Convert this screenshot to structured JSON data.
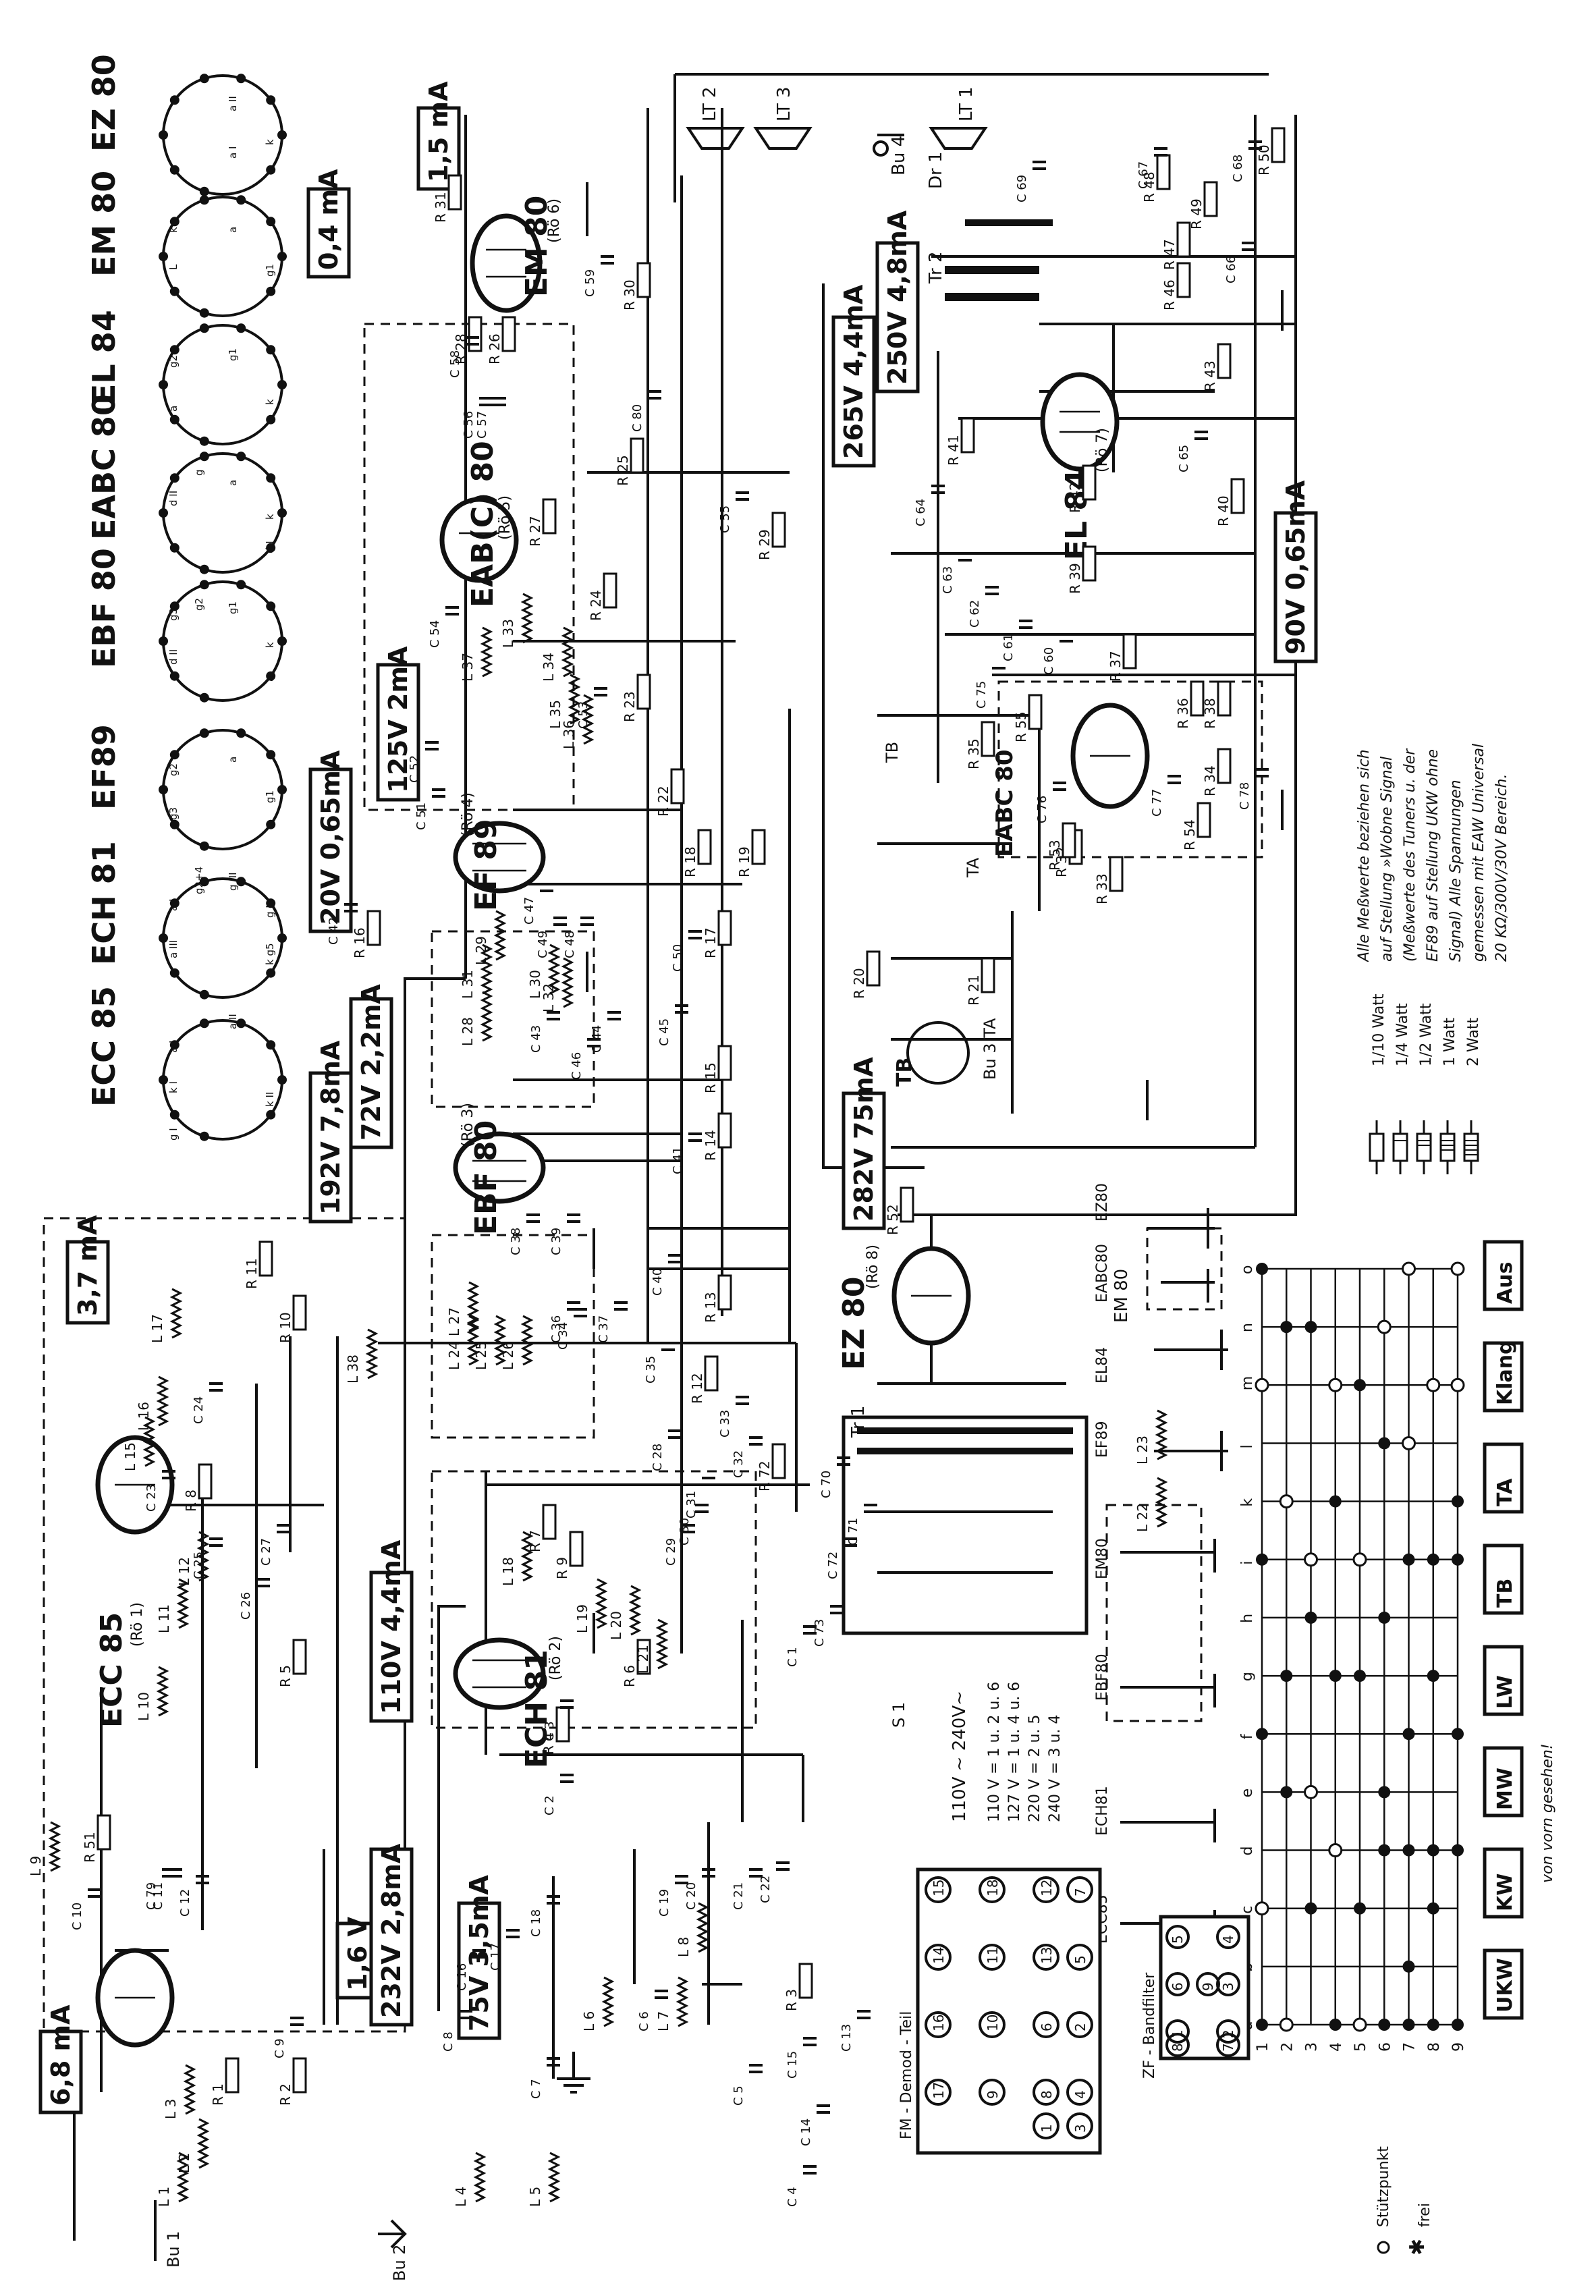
{
  "tubes": [
    "ECC 85",
    "ECH 81",
    "EF89",
    "EBF 80",
    "EABC 80",
    "EL 84",
    "EM 80",
    "EZ 80"
  ],
  "tube_pin_labels": [
    [
      "a II",
      "k II",
      "g I",
      "a I",
      "k I"
    ],
    [
      "a I",
      "g III",
      "a III",
      "g I",
      "g2+4",
      "k g5"
    ],
    [
      "g2",
      "a",
      "g1",
      "g3"
    ],
    [
      "g3",
      "d II",
      "g1",
      "k",
      "g2",
      "a"
    ],
    [
      "d II",
      "g",
      "a",
      "k",
      "d I"
    ],
    [
      "g2",
      "a",
      "g1",
      "k"
    ],
    [
      "a",
      "g1",
      "L",
      "k"
    ],
    [
      "a II",
      "a I",
      "k"
    ]
  ],
  "current_boxes": [
    "0,4 mA",
    "1,5 mA",
    "3,7 mA",
    "6,8 mA",
    "1,6 V",
    "20V 0,65mA",
    "72V 2,2mA",
    "192V 7,8mA",
    "110V 4,4mA",
    "75V 3,5mA",
    "232V 2,8mA",
    "125V 2mA",
    "282V 75mA",
    "265V 4,4mA",
    "250V 4,8mA",
    "90V 0,65mA"
  ],
  "tube_labels": [
    "EM 80",
    "(Rö 6)",
    "EAB(C) 80",
    "(Rö 5)",
    "EF 89",
    "(Rö 4)",
    "EBF 80",
    "(Rö 3)",
    "ECH 81",
    "(Rö 2)",
    "ECC 85",
    "(Rö 1)",
    "EL 84",
    "(Rö 7)",
    "EZ 80",
    "(Rö 8)",
    "EABC 80",
    "EM 80"
  ],
  "speakers": [
    "LT 2",
    "LT 3",
    "LT 1",
    "Bu 4",
    "Dr 1",
    "Tr 2",
    "Tr 1"
  ],
  "resistors": [
    "R 31",
    "R 30",
    "R 28",
    "R 27",
    "R 26",
    "R 25",
    "R 29",
    "R 24",
    "R 23",
    "R 22",
    "R 18",
    "R 19",
    "R 17",
    "R 16",
    "R 15",
    "R 14",
    "R 13",
    "R 12",
    "R 11",
    "R 10",
    "R 9",
    "R 8",
    "R 7",
    "R 6",
    "R 5",
    "R 4",
    "R 3",
    "R 2",
    "R 1",
    "R 48",
    "R 49",
    "R 50",
    "R 47",
    "R 46",
    "R 43",
    "R 41",
    "R 42",
    "R 40",
    "R 39",
    "R 37",
    "R 36",
    "R 35",
    "R 34",
    "R 38",
    "R 32",
    "R 33",
    "R 51",
    "R 52",
    "R 53",
    "R 54",
    "R 55",
    "R 20",
    "R 21",
    "R 72"
  ],
  "capacitors": [
    "C 59",
    "C 58",
    "C 57",
    "C 56",
    "C 55",
    "C 54",
    "C 53",
    "C 52",
    "C 51",
    "C 50",
    "C 49",
    "C 48",
    "C 47",
    "C 46",
    "C 45",
    "C 44",
    "C 43",
    "C 42",
    "C 41",
    "C 40",
    "C 39",
    "C 38",
    "C 37",
    "C 36",
    "C 35",
    "C 34",
    "C 33",
    "C 32",
    "C 31",
    "C 30",
    "C 29",
    "C 28",
    "C 27",
    "C 26",
    "C 25",
    "C 24",
    "C 23",
    "C 22",
    "C 21",
    "C 20",
    "C 19",
    "C 18",
    "C 17",
    "C 16",
    "C 15",
    "C 14",
    "C 13",
    "C 12",
    "C 11",
    "C 10",
    "C 9",
    "C 8",
    "C 7",
    "C 6",
    "C 5",
    "C 4",
    "C 3",
    "C 2",
    "C 1",
    "C 73",
    "C 72",
    "C 71",
    "C 70",
    "C 69",
    "C 68",
    "C 67",
    "C 66",
    "C 65",
    "C 64",
    "C 63",
    "C 62",
    "C 61",
    "C 60",
    "C 75",
    "C 76",
    "C 77",
    "C 78",
    "C 79",
    "C 80"
  ],
  "coils": [
    "L 1",
    "L 2",
    "L 3",
    "L 4",
    "L 5",
    "L 6",
    "L 7",
    "L 8",
    "L 9",
    "L 10",
    "L 11",
    "L 12",
    "L 15",
    "L 16",
    "L 17",
    "L 18",
    "L 19",
    "L 20",
    "L 21",
    "L 22",
    "L 23",
    "L 24",
    "L 25",
    "L 26",
    "L 27",
    "L 28",
    "L 29",
    "L 30",
    "L 31",
    "L 32",
    "L 33",
    "L 34",
    "L 35",
    "L 36",
    "L 37",
    "L 38"
  ],
  "sockets": [
    "Bu 1",
    "Bu 2",
    "Bu 3 TA",
    "TB",
    "TA",
    "TB",
    "S 1"
  ],
  "mains": {
    "range": "110V ~ 240V~",
    "taps": [
      "110 V = 1 u. 2 u. 6",
      "127 V = 1 u. 4 u. 6",
      "220 V = 2 u. 5",
      "240 V = 3 u. 4"
    ]
  },
  "resistor_legend": [
    "1/10 Watt",
    "1/4 Watt",
    "1/2 Watt",
    "1 Watt",
    "2 Watt"
  ],
  "notes": "Alle Meßwerte beziehen sich auf Stellung »Wobne Signal (Meßwerte des Tuners u. der EF89 auf Stellung UKW ohne Signal) Alle Spannungen gemessen mit EAW Universal 20 KΩ/300V/30V Bereich.",
  "switch_positions": [
    "UKW",
    "KW",
    "MW",
    "LW",
    "TB",
    "TA",
    "Klang",
    "Aus"
  ],
  "switch_note": "von vorn gesehen!",
  "switch_rows": [
    "9",
    "8",
    "7",
    "6",
    "5",
    "4",
    "3",
    "2",
    "1"
  ],
  "switch_columns": [
    "a",
    "b",
    "c",
    "d",
    "e",
    "f",
    "g",
    "h",
    "i",
    "k",
    "l",
    "m",
    "n",
    "o"
  ],
  "switch_tubes": [
    "ECC85",
    "ECH81",
    "EBF80",
    "EM80",
    "EF89",
    "EL84",
    "EABC80",
    "EZ80"
  ],
  "fm_demod": {
    "title": "FM - Demod - Teil",
    "pins": [
      "15",
      "14",
      "16",
      "17",
      "18",
      "11",
      "10",
      "9",
      "12",
      "13",
      "6",
      "8",
      "7",
      "5",
      "2",
      "4",
      "3",
      "1"
    ]
  },
  "zf_bandfilter": {
    "title": "ZF - Bandfilter",
    "pins": [
      "5",
      "6",
      "1",
      "4",
      "3",
      "2",
      "8",
      "7",
      "9"
    ]
  },
  "legend_symbols": [
    "Stützpunkt",
    "frei"
  ]
}
